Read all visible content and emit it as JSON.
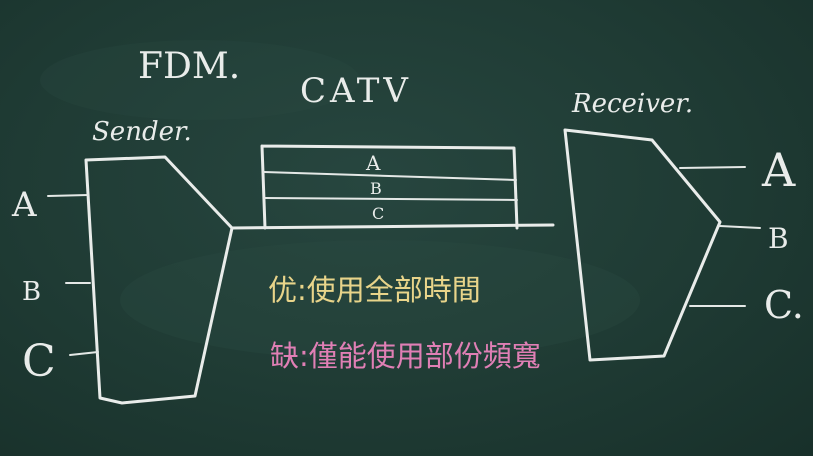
{
  "board": {
    "title": "FDM.",
    "medium_label": "CATV",
    "sender_label": "Sender.",
    "receiver_label": "Receiver.",
    "sender_inputs": [
      "A",
      "B",
      "C"
    ],
    "receiver_outputs": [
      "A",
      "B",
      "C."
    ],
    "channels": [
      "A",
      "B",
      "C"
    ],
    "note_advantage": "优:使用全部時間",
    "note_disadvantage": "缺:僅能使用部份頻寬",
    "colors": {
      "chalk": "#e9ecea",
      "yellow_chalk": "#e8d48a",
      "pink_chalk": "#e07fb5"
    }
  }
}
